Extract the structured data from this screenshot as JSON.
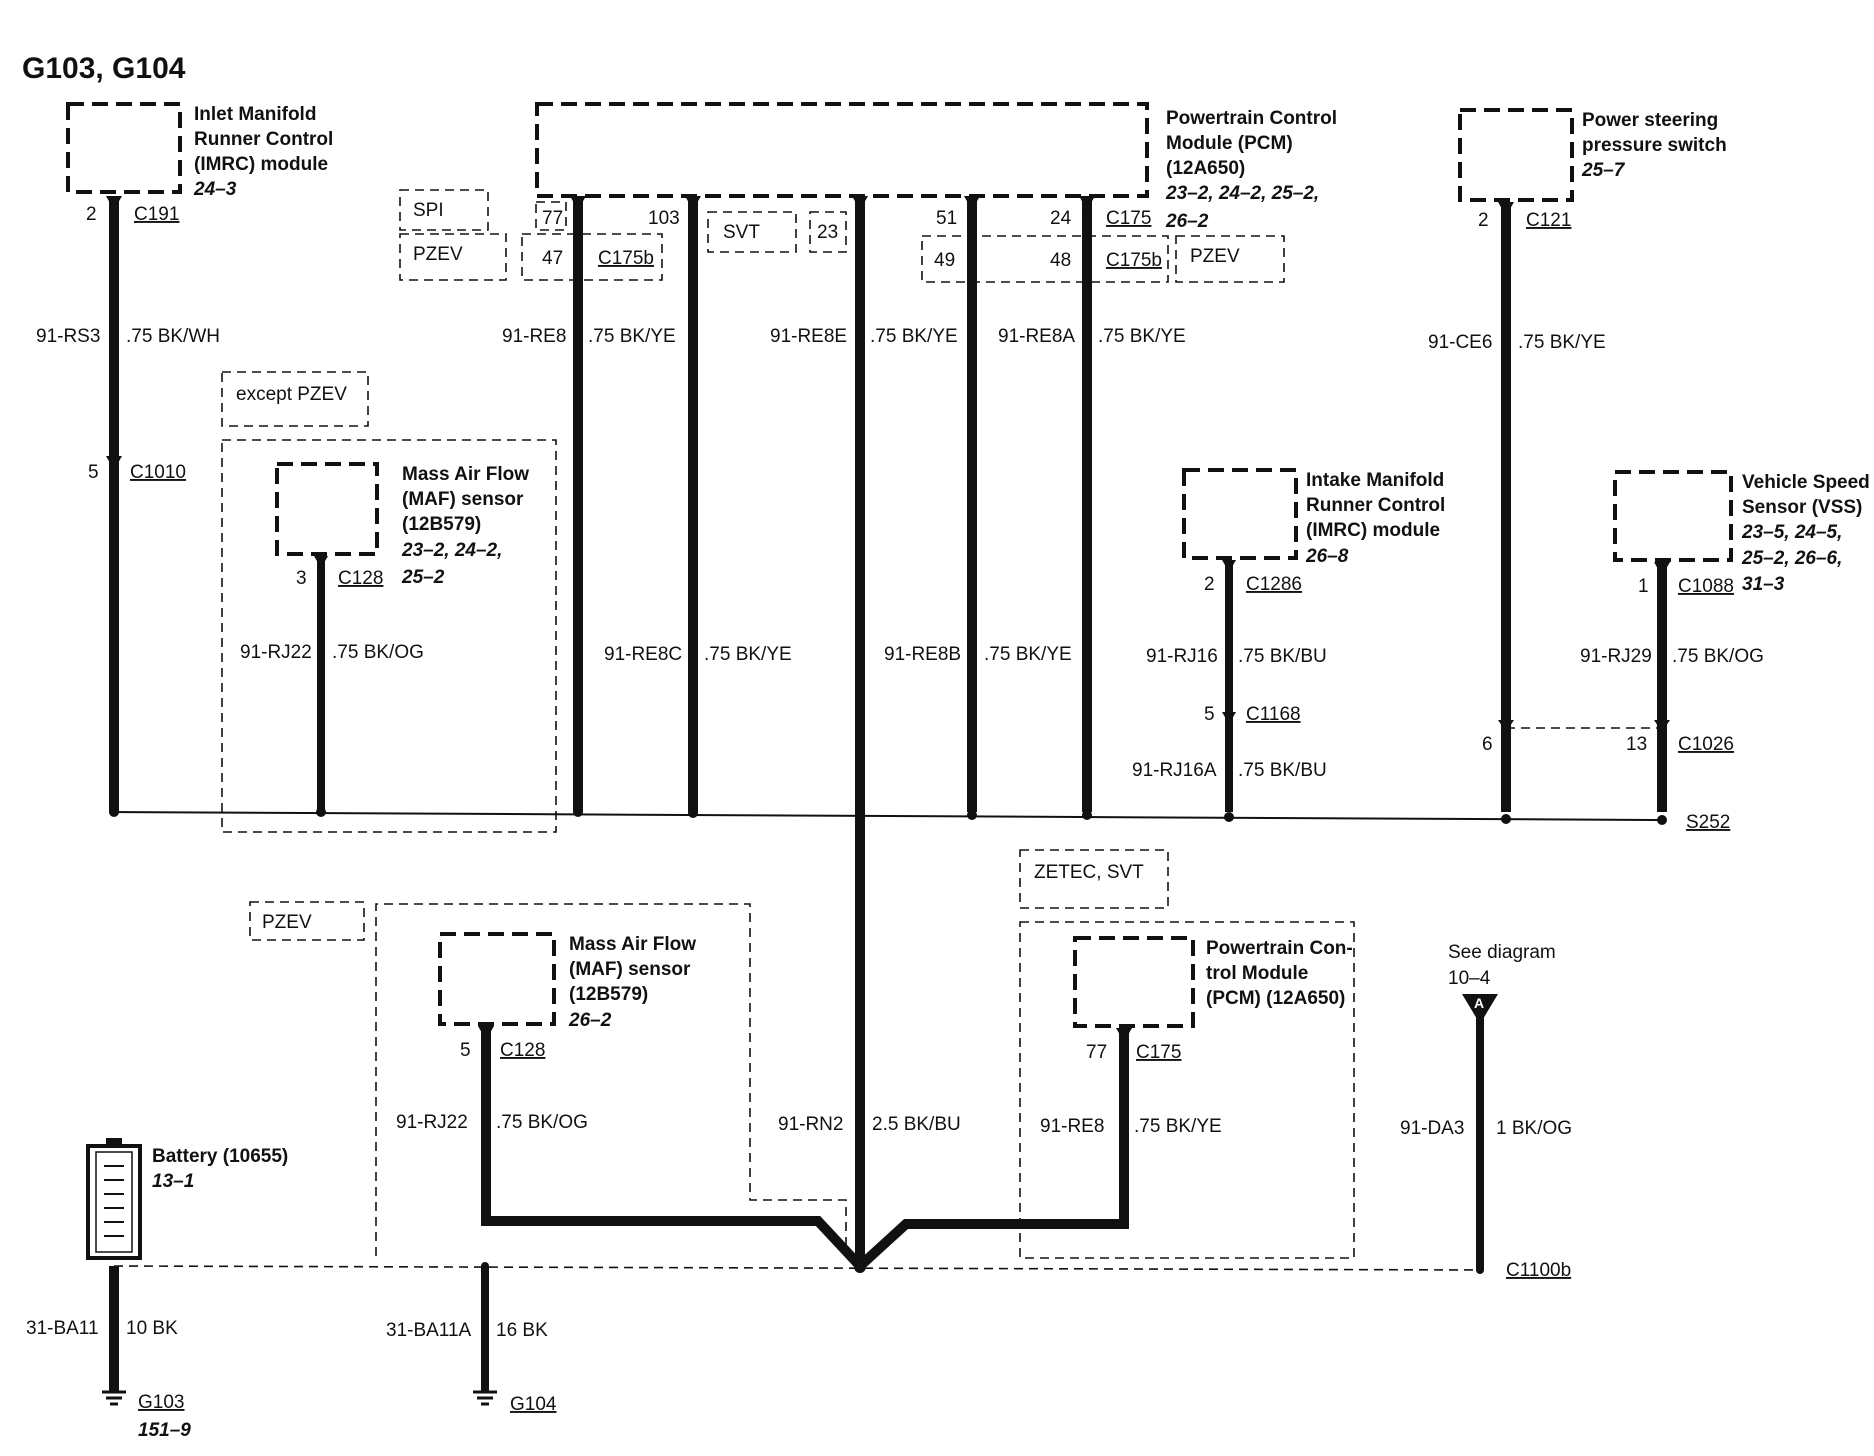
{
  "title": "G103, G104",
  "components": {
    "imrc_top": {
      "name": [
        "Inlet Manifold",
        "Runner Control",
        "(IMRC) module"
      ],
      "ref": "24–3"
    },
    "pcm_top": {
      "name": [
        "Powertrain Control",
        "Module (PCM)",
        "(12A650)"
      ],
      "ref": [
        "23–2, 24–2, 25–2,",
        "26–2"
      ]
    },
    "ps_switch": {
      "name": [
        "Power steering",
        "pressure switch"
      ],
      "ref": "25–7"
    },
    "maf_upper": {
      "name": [
        "Mass Air Flow",
        "(MAF) sensor",
        "(12B579)"
      ],
      "ref": [
        "23–2, 24–2,",
        "25–2"
      ]
    },
    "imrc_right": {
      "name": [
        "Intake Manifold",
        "Runner Control",
        "(IMRC) module"
      ],
      "ref": "26–8"
    },
    "vss": {
      "name": [
        "Vehicle Speed",
        "Sensor (VSS)"
      ],
      "ref": [
        "23–5, 24–5,",
        "25–2, 26–6,",
        "31–3"
      ]
    },
    "maf_lower": {
      "name": [
        "Mass Air Flow",
        "(MAF) sensor",
        "(12B579)"
      ],
      "ref": "26–2"
    },
    "pcm_lower": {
      "name": [
        "Powertrain Con-",
        "trol Module",
        "(PCM) (12A650)"
      ]
    },
    "battery": {
      "name": "Battery (10655)",
      "ref": "13–1"
    },
    "see_diagram": {
      "text": "See diagram",
      "ref": "10–4",
      "marker": "A"
    }
  },
  "options": {
    "spi": "SPI",
    "pzev_a": "PZEV",
    "pzev_b": "PZEV",
    "pzev_c": "PZEV",
    "svt": "SVT",
    "except_pzev": "except PZEV",
    "zetec_svt": "ZETEC, SVT"
  },
  "pins": {
    "p2_c191": "2",
    "p5_c1010": "5",
    "p77_top": "77",
    "p47": "47",
    "p103": "103",
    "p23": "23",
    "p51": "51",
    "p49": "49",
    "p24": "24",
    "p48": "48",
    "p2_c121": "2",
    "p3_c128": "3",
    "p2_c1286": "2",
    "p5_c1168": "5",
    "p1_c1088": "1",
    "p6_c1026": "6",
    "p13_c1026": "13",
    "p5_c128": "5",
    "p77_c175": "77"
  },
  "connectors": {
    "c191": "C191",
    "c1010": "C1010",
    "c175b_a": "C175b",
    "c175": "C175",
    "c175b_b": "C175b",
    "c121": "C121",
    "c128_upper": "C128",
    "c1286": "C1286",
    "c1168": "C1168",
    "c1088": "C1088",
    "c1026": "C1026",
    "s252": "S252",
    "c128_lower": "C128",
    "c175_lower": "C175",
    "c1100b": "C1100b",
    "g103": "G103",
    "g104": "G104",
    "g103_ref": "151–9"
  },
  "wires": [
    {
      "circuit": "91-RS3",
      "spec": ".75 BK/WH"
    },
    {
      "circuit": "91-RE8",
      "spec": ".75 BK/YE"
    },
    {
      "circuit": "91-RE8E",
      "spec": ".75 BK/YE"
    },
    {
      "circuit": "91-RE8A",
      "spec": ".75 BK/YE"
    },
    {
      "circuit": "91-CE6",
      "spec": ".75 BK/YE"
    },
    {
      "circuit": "91-RJ22",
      "spec": ".75 BK/OG"
    },
    {
      "circuit": "91-RE8C",
      "spec": ".75 BK/YE"
    },
    {
      "circuit": "91-RE8B",
      "spec": ".75 BK/YE"
    },
    {
      "circuit": "91-RJ16",
      "spec": ".75 BK/BU"
    },
    {
      "circuit": "91-RJ29",
      "spec": ".75 BK/OG"
    },
    {
      "circuit": "91-RJ16A",
      "spec": ".75 BK/BU"
    },
    {
      "circuit": "91-RJ22",
      "spec": ".75 BK/OG"
    },
    {
      "circuit": "91-RN2",
      "spec": "2.5 BK/BU"
    },
    {
      "circuit": "91-RE8",
      "spec": ".75 BK/YE"
    },
    {
      "circuit": "91-DA3",
      "spec": "1 BK/OG"
    },
    {
      "circuit": "31-BA11",
      "spec": "10 BK"
    },
    {
      "circuit": "31-BA11A",
      "spec": "16 BK"
    }
  ]
}
